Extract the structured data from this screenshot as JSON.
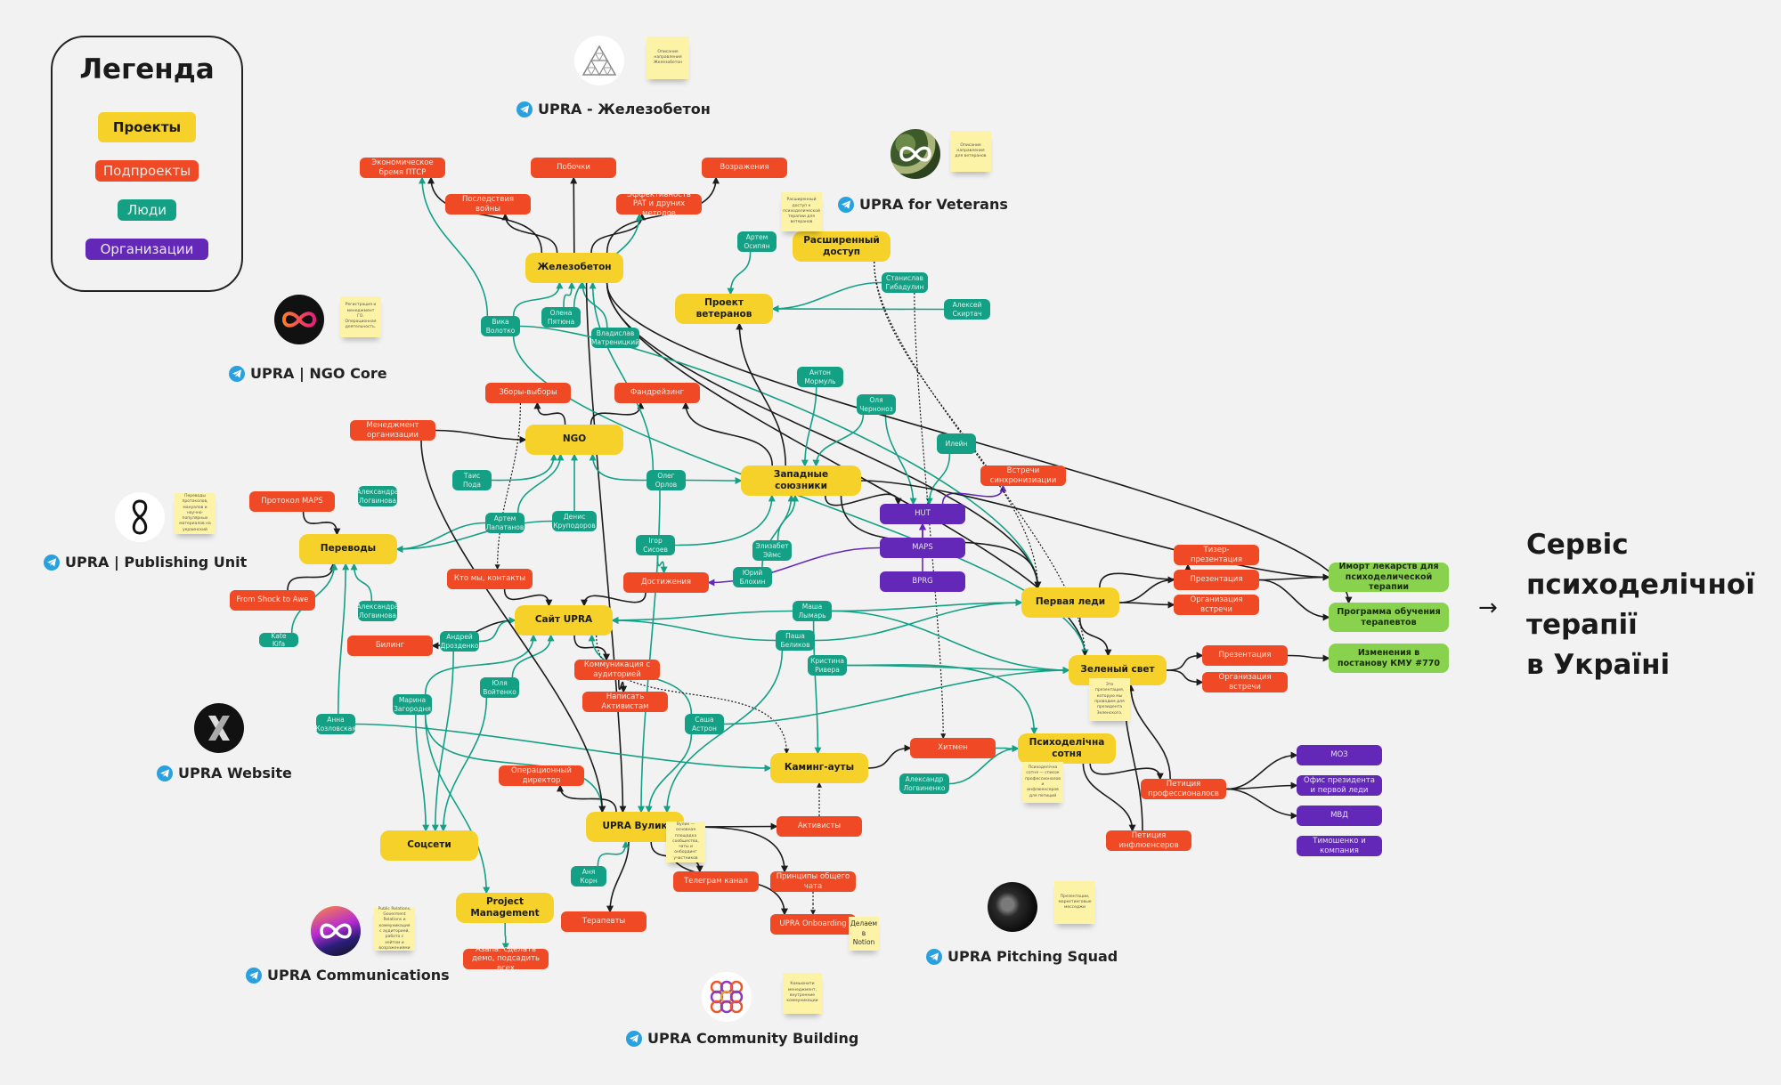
{
  "legend": {
    "title": "Легенда",
    "items": [
      {
        "label": "Проекты",
        "color": "#f5d12a"
      },
      {
        "label": "Подпроекты",
        "color": "#ef4a25"
      },
      {
        "label": "Люди",
        "color": "#14a085"
      },
      {
        "label": "Организации",
        "color": "#6328b8"
      }
    ]
  },
  "colors": {
    "project": "#f5d12a",
    "subproject": "#ef4a25",
    "people": "#14a085",
    "organization": "#6328b8",
    "goal": "#89d24d",
    "edge_dark": "#1c1c1c",
    "edge_people": "#14a085",
    "edge_org": "#6328b8"
  },
  "channels": [
    {
      "name": "UPRA - Железобетон",
      "icon": "telegram-icon",
      "logo": "sierpinski-triangle-logo",
      "note": "Описание направления Железобетон"
    },
    {
      "name": "UPRA for Veterans",
      "icon": "telegram-icon",
      "logo": "camo-infinity-logo",
      "note": "Описание направления для ветеранов"
    },
    {
      "name": "UPRA | NGO Core",
      "icon": "telegram-icon",
      "logo": "orange-infinity-logo",
      "note": "Регистрация и менеджмент ГО. Операционная деятельность."
    },
    {
      "name": "UPRA | Publishing Unit",
      "icon": "telegram-icon",
      "logo": "vertical-infinity-logo",
      "note": "Переводы протоколов, мануалов и научно-популярных материалов на украинский"
    },
    {
      "name": "UPRA Website",
      "icon": "telegram-icon",
      "logo": "x-logo",
      "note": ""
    },
    {
      "name": "UPRA Communications",
      "icon": "telegram-icon",
      "logo": "gradient-infinity-logo",
      "note": "Public Relations, Goverment Relations и коммуникация с аудиторией, работа с хейтом и возражениями"
    },
    {
      "name": "UPRA Community Building",
      "icon": "telegram-icon",
      "logo": "ring-pattern-logo",
      "note": "Комьюнити менеджмент, внутренние коммуникации"
    },
    {
      "name": "UPRA Pitching Squad",
      "icon": "telegram-icon",
      "logo": "photo-avatar-logo",
      "note": "Презентации, маркетинговые месседжи"
    }
  ],
  "nodes": {
    "zhelezobeton": {
      "label": "Железобетон",
      "type": "project"
    },
    "veterans": {
      "label": "Проект ветеранов",
      "type": "project"
    },
    "access": {
      "label": "Расширенный доступ",
      "type": "project"
    },
    "ngo": {
      "label": "NGO",
      "type": "project"
    },
    "allies": {
      "label": "Западные союзники",
      "type": "project"
    },
    "translations": {
      "label": "Переводы",
      "type": "project"
    },
    "site": {
      "label": "Сайт UPRA",
      "type": "project"
    },
    "firstlady": {
      "label": "Первая леди",
      "type": "project"
    },
    "greenlight": {
      "label": "Зеленый свет",
      "type": "project"
    },
    "sotnia": {
      "label": "Психоделічна сотня",
      "type": "project"
    },
    "comingout": {
      "label": "Каминг-ауты",
      "type": "project"
    },
    "vulyk": {
      "label": "UPRA Вулик",
      "type": "project"
    },
    "social": {
      "label": "Соцсети",
      "type": "project"
    },
    "pm": {
      "label": "Project Management",
      "type": "project"
    },
    "econ": {
      "label": "Экономическое бремя ПТСР",
      "type": "subproject"
    },
    "side": {
      "label": "Побочки",
      "type": "subproject"
    },
    "objections": {
      "label": "Возражения",
      "type": "subproject"
    },
    "war": {
      "label": "Последствия войны",
      "type": "subproject"
    },
    "efficiency": {
      "label": "Эффективность PAT и друних методов",
      "type": "subproject"
    },
    "fundr": {
      "label": "Зборы-выборы",
      "type": "subproject"
    },
    "fundraising": {
      "label": "Фандрейзинг",
      "type": "subproject"
    },
    "mgmt": {
      "label": "Менеджмент организации",
      "type": "subproject"
    },
    "maps_proto": {
      "label": "Протокол MAPS",
      "type": "subproject"
    },
    "shock": {
      "label": "From Shock to Awe",
      "type": "subproject"
    },
    "whoweare": {
      "label": "Кто мы, контакты",
      "type": "subproject"
    },
    "achievements": {
      "label": "Достижения",
      "type": "subproject"
    },
    "billing": {
      "label": "Билинг",
      "type": "subproject"
    },
    "audience": {
      "label": "Коммуникация с аудиторией",
      "type": "subproject"
    },
    "write_act": {
      "label": "Написать Активистам",
      "type": "subproject"
    },
    "meetings_sync": {
      "label": "Встречи синхронизиации",
      "type": "subproject"
    },
    "teaser": {
      "label": "Тизер-презентация",
      "type": "subproject"
    },
    "pres1": {
      "label": "Презентация",
      "type": "subproject"
    },
    "meet1": {
      "label": "Организация встречи",
      "type": "subproject"
    },
    "pres2": {
      "label": "Презентация",
      "type": "subproject"
    },
    "meet2": {
      "label": "Организация встречи",
      "type": "subproject"
    },
    "hitman": {
      "label": "Хитмен",
      "type": "subproject"
    },
    "opdir": {
      "label": "Операционный директор",
      "type": "subproject"
    },
    "activists": {
      "label": "Активисты",
      "type": "subproject"
    },
    "tgchannel": {
      "label": "Телеграм канал",
      "type": "subproject"
    },
    "chatrules": {
      "label": "Принципы общего чата",
      "type": "subproject"
    },
    "therapists": {
      "label": "Терапевты",
      "type": "subproject"
    },
    "onboarding": {
      "label": "UPRA Onboarding",
      "type": "subproject"
    },
    "asana": {
      "label": "Asana: сделать демо, подсадить всех",
      "type": "subproject"
    },
    "pet_prof": {
      "label": "Петиция профессионалосв",
      "type": "subproject"
    },
    "pet_infl": {
      "label": "Петиция инфлюенсеров",
      "type": "subproject"
    },
    "vika": {
      "label": "Вика Волотко",
      "type": "people"
    },
    "olena": {
      "label": "Олена Пятюна",
      "type": "people"
    },
    "vlad": {
      "label": "Владислав Матреницкий",
      "type": "people"
    },
    "artem_o": {
      "label": "Артем Осипян",
      "type": "people"
    },
    "stanislav": {
      "label": "Станислав Гибадулин",
      "type": "people"
    },
    "alexey": {
      "label": "Алексей Скиртач",
      "type": "people"
    },
    "anton": {
      "label": "Антон Мормуль",
      "type": "people"
    },
    "olya": {
      "label": "Оля Черноноз",
      "type": "people"
    },
    "ilein": {
      "label": "Илейн",
      "type": "people"
    },
    "tais": {
      "label": "Таис Пода",
      "type": "people"
    },
    "alexandra1": {
      "label": "Александра Логвинова",
      "type": "people"
    },
    "artem_l": {
      "label": "Артем Лапатанов",
      "type": "people"
    },
    "denis": {
      "label": "Денис Круподоров",
      "type": "people"
    },
    "oleg": {
      "label": "Олег Орлов",
      "type": "people"
    },
    "igor": {
      "label": "Ігор Сисоев",
      "type": "people"
    },
    "elizabet": {
      "label": "Элизабет Эймс",
      "type": "people"
    },
    "yuriy": {
      "label": "Юрий Блохин",
      "type": "people"
    },
    "alexandra2": {
      "label": "Александра Логвинова",
      "type": "people"
    },
    "kate": {
      "label": "Kate Kifa",
      "type": "people"
    },
    "andrey": {
      "label": "Андрей Дрозденко",
      "type": "people"
    },
    "yulia": {
      "label": "Юля Войтенко",
      "type": "people"
    },
    "marina": {
      "label": "Марина Загородня",
      "type": "people"
    },
    "anna": {
      "label": "Анна Козловская",
      "type": "people"
    },
    "masha": {
      "label": "Маша Лымарь",
      "type": "people"
    },
    "pasha": {
      "label": "Паша Беликов",
      "type": "people"
    },
    "kristina": {
      "label": "Кристина Ривера",
      "type": "people"
    },
    "sasha": {
      "label": "Саша Астрон",
      "type": "people"
    },
    "alexandr": {
      "label": "Александр Логвиненко",
      "type": "people"
    },
    "anya": {
      "label": "Аня Корн",
      "type": "people"
    },
    "hut": {
      "label": "HUT",
      "type": "organization"
    },
    "maps": {
      "label": "MAPS",
      "type": "organization"
    },
    "bprg": {
      "label": "BPRG",
      "type": "organization"
    },
    "moz": {
      "label": "МОЗ",
      "type": "organization"
    },
    "office": {
      "label": "Офис президента и первой леди",
      "type": "organization"
    },
    "mvd": {
      "label": "МВД",
      "type": "organization"
    },
    "tymo": {
      "label": "Тимошенко и компания",
      "type": "organization"
    },
    "import": {
      "label": "Иморт лекарств для психоделической терапии",
      "type": "goal"
    },
    "training": {
      "label": "Программа обучения терапевтов",
      "type": "goal"
    },
    "kmu": {
      "label": "Изменения в постанову КМУ #770",
      "type": "goal"
    }
  },
  "notes": {
    "access_note": "Расширенный доступ к психоделической терапии для ветеранов",
    "greenlight_note": "Это презентация, которую мы проводим для президента Зеленского.",
    "sotnia_note": "Психоделічна сотня — список профессионалов и инфлюенсеров для петиций",
    "vulyk_note": "Вулик — основная площадка сообщества, чаты и онбординг участников",
    "notion_note": "Делаем в Notion"
  },
  "final_goal": {
    "arrow": "→",
    "lines": [
      "Сервіс",
      "психоделічної",
      "терапії",
      "в Україні"
    ]
  }
}
